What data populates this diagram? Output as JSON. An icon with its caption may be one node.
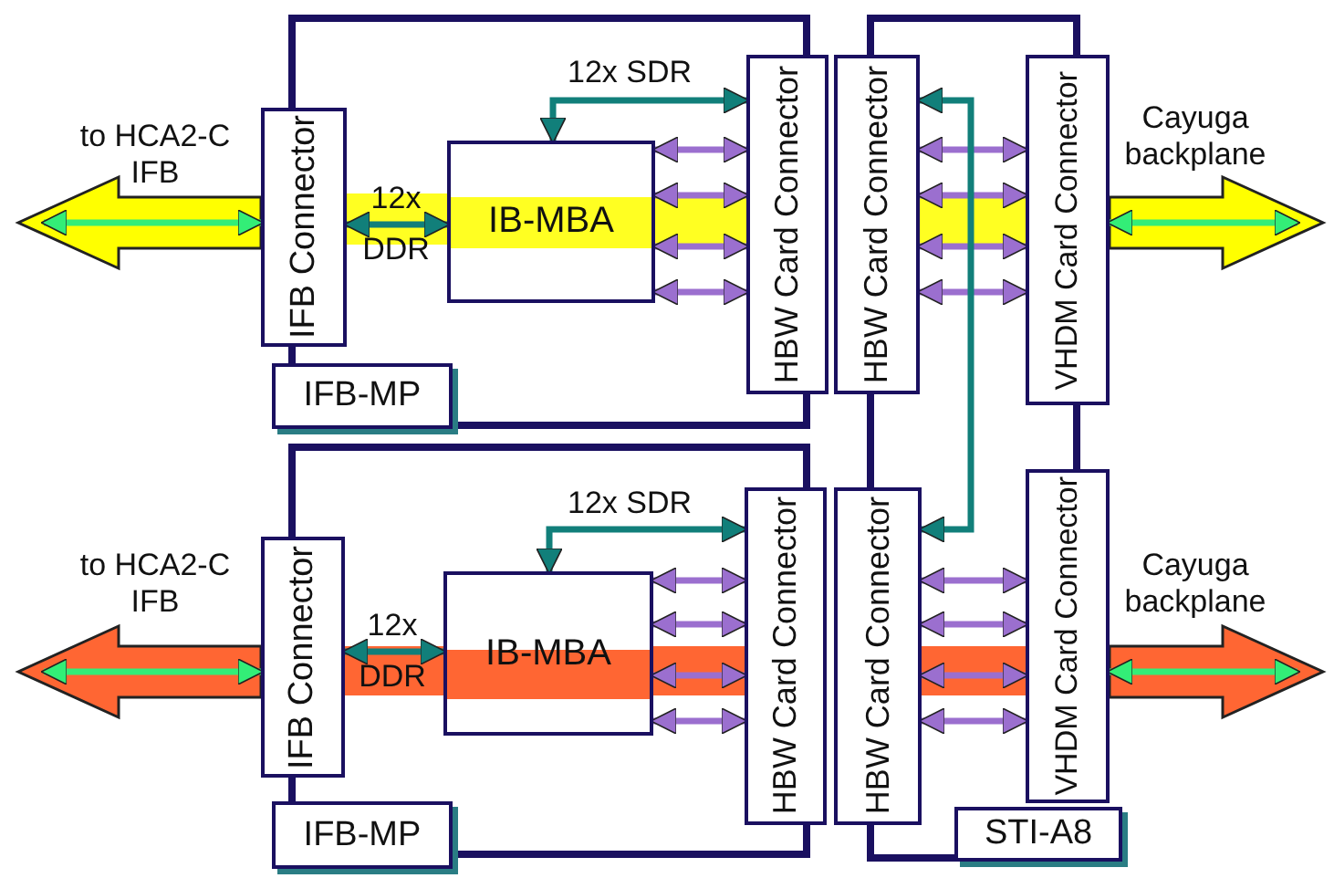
{
  "diagram": {
    "nodes": [
      {
        "text": [
          "IFB Connector"
        ]
      },
      {
        "text": [
          "IB-MBA"
        ]
      },
      {
        "text": [
          "HBW Card Connector"
        ]
      },
      {
        "text": [
          "HBW Card Connector"
        ]
      },
      {
        "text": [
          "VHDM Card Connector"
        ]
      },
      {
        "text": [
          "IFB-MP"
        ]
      },
      {
        "text": [
          "IFB Connector"
        ]
      },
      {
        "text": [
          "IB-MBA"
        ]
      },
      {
        "text": [
          "HBW Card Connector"
        ]
      },
      {
        "text": [
          "HBW Card Connector"
        ]
      },
      {
        "text": [
          "VHDM Card Connector"
        ]
      },
      {
        "text": [
          "IFB-MP"
        ]
      },
      {
        "text": [
          "STI-A8"
        ]
      }
    ],
    "edges": [
      {
        "from": 0,
        "to": null,
        "arrow": "to",
        "style": "thick",
        "color": "#ffff00"
      },
      {
        "from": 0,
        "to": null,
        "arrow": "both",
        "color": "#33ee77"
      },
      {
        "from": 0,
        "to": 1,
        "arrow": "both",
        "label": "12x DDR",
        "color": "#117f7a"
      },
      {
        "from": 2,
        "to": 1,
        "arrow": "both",
        "label": "12x SDR",
        "color": "#117f7a"
      },
      {
        "from": 1,
        "to": 2,
        "arrow": "both"
      },
      {
        "from": 1,
        "to": 2,
        "arrow": "both"
      },
      {
        "from": 1,
        "to": 2,
        "arrow": "both"
      },
      {
        "from": 1,
        "to": 2,
        "arrow": "both"
      },
      {
        "from": 3,
        "to": 4,
        "arrow": "both"
      },
      {
        "from": 3,
        "to": 4,
        "arrow": "both"
      },
      {
        "from": 3,
        "to": 4,
        "arrow": "both"
      },
      {
        "from": 3,
        "to": 4,
        "arrow": "both"
      },
      {
        "from": 4,
        "to": null,
        "arrow": "to",
        "style": "thick",
        "color": "#ffff00"
      },
      {
        "from": 4,
        "to": null,
        "arrow": "both",
        "color": "#33ee77"
      },
      {
        "from": 3,
        "to": 9,
        "arrow": "both",
        "color": "#117f7a"
      },
      {
        "from": 6,
        "to": null,
        "arrow": "to",
        "style": "thick",
        "color": "#ff6633"
      },
      {
        "from": 6,
        "to": null,
        "arrow": "both",
        "color": "#33ee77"
      },
      {
        "from": 6,
        "to": 7,
        "arrow": "both",
        "label": "12x DDR",
        "color": "#117f7a"
      },
      {
        "from": 8,
        "to": 7,
        "arrow": "both",
        "label": "12x SDR",
        "color": "#117f7a"
      },
      {
        "from": 7,
        "to": 8,
        "arrow": "both"
      },
      {
        "from": 7,
        "to": 8,
        "arrow": "both"
      },
      {
        "from": 7,
        "to": 8,
        "arrow": "both"
      },
      {
        "from": 7,
        "to": 8,
        "arrow": "both"
      },
      {
        "from": 9,
        "to": 10,
        "arrow": "both"
      },
      {
        "from": 9,
        "to": 10,
        "arrow": "both"
      },
      {
        "from": 9,
        "to": 10,
        "arrow": "both"
      },
      {
        "from": 9,
        "to": 10,
        "arrow": "both"
      },
      {
        "from": 10,
        "to": null,
        "arrow": "to",
        "style": "thick",
        "color": "#ff6633"
      },
      {
        "from": 10,
        "to": null,
        "arrow": "both",
        "color": "#33ee77"
      }
    ],
    "labels": [
      "to HCA2-C IFB",
      "Cayuga backplane",
      "to HCA2-C IFB",
      "Cayuga backplane"
    ]
  }
}
